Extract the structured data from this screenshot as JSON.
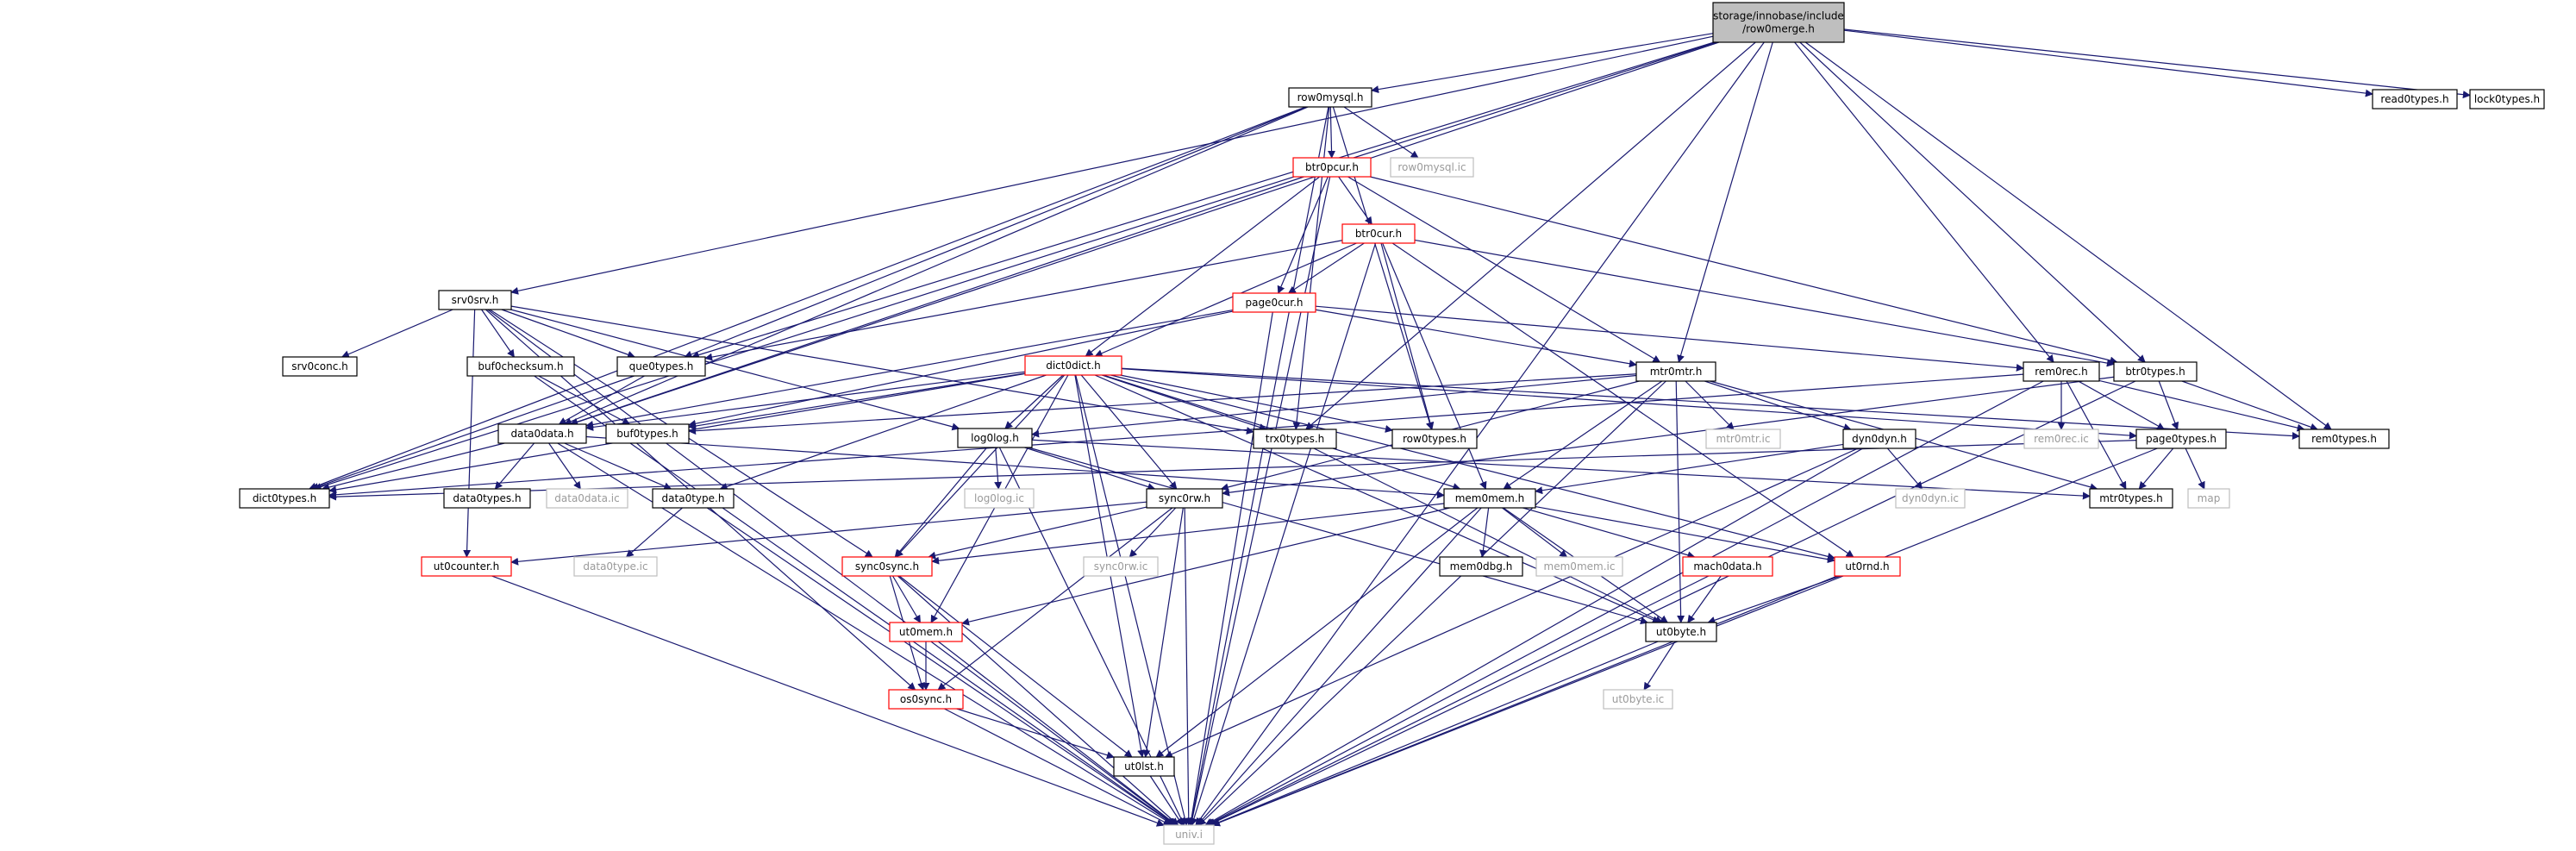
{
  "graph": {
    "colors": {
      "edge": "#191970",
      "root_fill": "#bfbfbf",
      "border_black": "#000000",
      "border_red": "#ff0000",
      "border_grey": "#bfbfbf",
      "text_black": "#000000",
      "text_grey": "#9a9a9a"
    },
    "nodes": [
      {
        "id": "root",
        "label": "storage/innobase/include\n/row0merge.h",
        "style": "root"
      },
      {
        "id": "row0mysql_h",
        "label": "row0mysql.h",
        "style": "black"
      },
      {
        "id": "read0types_h",
        "label": "read0types.h",
        "style": "black"
      },
      {
        "id": "lock0types_h",
        "label": "lock0types.h",
        "style": "black"
      },
      {
        "id": "btr0pcur_h",
        "label": "btr0pcur.h",
        "style": "red"
      },
      {
        "id": "row0mysql_ic",
        "label": "row0mysql.ic",
        "style": "grey"
      },
      {
        "id": "btr0cur_h",
        "label": "btr0cur.h",
        "style": "red"
      },
      {
        "id": "srv0srv_h",
        "label": "srv0srv.h",
        "style": "black"
      },
      {
        "id": "page0cur_h",
        "label": "page0cur.h",
        "style": "red"
      },
      {
        "id": "srv0conc_h",
        "label": "srv0conc.h",
        "style": "black"
      },
      {
        "id": "buf0checksum_h",
        "label": "buf0checksum.h",
        "style": "black"
      },
      {
        "id": "que0types_h",
        "label": "que0types.h",
        "style": "black"
      },
      {
        "id": "dict0dict_h",
        "label": "dict0dict.h",
        "style": "red"
      },
      {
        "id": "mtr0mtr_h",
        "label": "mtr0mtr.h",
        "style": "black"
      },
      {
        "id": "rem0rec_h",
        "label": "rem0rec.h",
        "style": "black"
      },
      {
        "id": "btr0types_h",
        "label": "btr0types.h",
        "style": "black"
      },
      {
        "id": "data0data_h",
        "label": "data0data.h",
        "style": "black"
      },
      {
        "id": "buf0types_h",
        "label": "buf0types.h",
        "style": "black"
      },
      {
        "id": "log0log_h",
        "label": "log0log.h",
        "style": "black"
      },
      {
        "id": "trx0types_h",
        "label": "trx0types.h",
        "style": "black"
      },
      {
        "id": "row0types_h",
        "label": "row0types.h",
        "style": "black"
      },
      {
        "id": "mtr0mtr_ic",
        "label": "mtr0mtr.ic",
        "style": "grey"
      },
      {
        "id": "dyn0dyn_h",
        "label": "dyn0dyn.h",
        "style": "black"
      },
      {
        "id": "rem0rec_ic",
        "label": "rem0rec.ic",
        "style": "grey"
      },
      {
        "id": "page0types_h",
        "label": "page0types.h",
        "style": "black"
      },
      {
        "id": "rem0types_h",
        "label": "rem0types.h",
        "style": "black"
      },
      {
        "id": "dict0types_h",
        "label": "dict0types.h",
        "style": "black"
      },
      {
        "id": "data0types_h",
        "label": "data0types.h",
        "style": "black"
      },
      {
        "id": "data0data_ic",
        "label": "data0data.ic",
        "style": "grey"
      },
      {
        "id": "data0type_h",
        "label": "data0type.h",
        "style": "black"
      },
      {
        "id": "log0log_ic",
        "label": "log0log.ic",
        "style": "grey"
      },
      {
        "id": "sync0rw_h",
        "label": "sync0rw.h",
        "style": "black"
      },
      {
        "id": "mem0mem_h",
        "label": "mem0mem.h",
        "style": "black"
      },
      {
        "id": "dyn0dyn_ic",
        "label": "dyn0dyn.ic",
        "style": "grey"
      },
      {
        "id": "map",
        "label": "map",
        "style": "grey"
      },
      {
        "id": "mtr0types_h",
        "label": "mtr0types.h",
        "style": "black"
      },
      {
        "id": "ut0counter_h",
        "label": "ut0counter.h",
        "style": "red"
      },
      {
        "id": "data0type_ic",
        "label": "data0type.ic",
        "style": "grey"
      },
      {
        "id": "sync0sync_h",
        "label": "sync0sync.h",
        "style": "red"
      },
      {
        "id": "sync0rw_ic",
        "label": "sync0rw.ic",
        "style": "grey"
      },
      {
        "id": "mem0dbg_h",
        "label": "mem0dbg.h",
        "style": "black"
      },
      {
        "id": "mem0mem_ic",
        "label": "mem0mem.ic",
        "style": "grey"
      },
      {
        "id": "mach0data_h",
        "label": "mach0data.h",
        "style": "red"
      },
      {
        "id": "ut0rnd_h",
        "label": "ut0rnd.h",
        "style": "red"
      },
      {
        "id": "ut0mem_h",
        "label": "ut0mem.h",
        "style": "red"
      },
      {
        "id": "ut0byte_h",
        "label": "ut0byte.h",
        "style": "black"
      },
      {
        "id": "os0sync_h",
        "label": "os0sync.h",
        "style": "red"
      },
      {
        "id": "ut0byte_ic",
        "label": "ut0byte.ic",
        "style": "grey"
      },
      {
        "id": "ut0lst_h",
        "label": "ut0lst.h",
        "style": "black"
      },
      {
        "id": "univ_i",
        "label": "univ.i",
        "style": "grey"
      }
    ],
    "edges": [
      [
        "root",
        "row0mysql_h"
      ],
      [
        "root",
        "read0types_h"
      ],
      [
        "root",
        "lock0types_h"
      ],
      [
        "root",
        "srv0srv_h"
      ],
      [
        "root",
        "que0types_h"
      ],
      [
        "root",
        "data0data_h"
      ],
      [
        "root",
        "dict0types_h"
      ],
      [
        "root",
        "mtr0mtr_h"
      ],
      [
        "root",
        "rem0rec_h"
      ],
      [
        "root",
        "btr0types_h"
      ],
      [
        "root",
        "rem0types_h"
      ],
      [
        "root",
        "trx0types_h"
      ],
      [
        "root",
        "univ_i"
      ],
      [
        "row0mysql_h",
        "btr0pcur_h"
      ],
      [
        "row0mysql_h",
        "row0mysql_ic"
      ],
      [
        "row0mysql_h",
        "que0types_h"
      ],
      [
        "row0mysql_h",
        "data0data_h"
      ],
      [
        "row0mysql_h",
        "dict0types_h"
      ],
      [
        "row0mysql_h",
        "trx0types_h"
      ],
      [
        "row0mysql_h",
        "row0types_h"
      ],
      [
        "row0mysql_h",
        "univ_i"
      ],
      [
        "btr0pcur_h",
        "btr0cur_h"
      ],
      [
        "btr0pcur_h",
        "page0cur_h"
      ],
      [
        "btr0pcur_h",
        "dict0dict_h"
      ],
      [
        "btr0pcur_h",
        "mtr0mtr_h"
      ],
      [
        "btr0pcur_h",
        "data0data_h"
      ],
      [
        "btr0pcur_h",
        "btr0types_h"
      ],
      [
        "btr0pcur_h",
        "univ_i"
      ],
      [
        "btr0cur_h",
        "page0cur_h"
      ],
      [
        "btr0cur_h",
        "dict0dict_h"
      ],
      [
        "btr0cur_h",
        "que0types_h"
      ],
      [
        "btr0cur_h",
        "row0types_h"
      ],
      [
        "btr0cur_h",
        "btr0types_h"
      ],
      [
        "btr0cur_h",
        "mem0mem_h"
      ],
      [
        "btr0cur_h",
        "ut0rnd_h"
      ],
      [
        "btr0cur_h",
        "univ_i"
      ],
      [
        "page0cur_h",
        "mtr0mtr_h"
      ],
      [
        "page0cur_h",
        "rem0rec_h"
      ],
      [
        "page0cur_h",
        "buf0types_h"
      ],
      [
        "page0cur_h",
        "data0data_h"
      ],
      [
        "page0cur_h",
        "univ_i"
      ],
      [
        "srv0srv_h",
        "srv0conc_h"
      ],
      [
        "srv0srv_h",
        "buf0checksum_h"
      ],
      [
        "srv0srv_h",
        "que0types_h"
      ],
      [
        "srv0srv_h",
        "log0log_h"
      ],
      [
        "srv0srv_h",
        "trx0types_h"
      ],
      [
        "srv0srv_h",
        "os0sync_h"
      ],
      [
        "srv0srv_h",
        "ut0counter_h"
      ],
      [
        "srv0srv_h",
        "sync0sync_h"
      ],
      [
        "srv0srv_h",
        "univ_i"
      ],
      [
        "buf0checksum_h",
        "buf0types_h"
      ],
      [
        "buf0checksum_h",
        "univ_i"
      ],
      [
        "que0types_h",
        "data0data_h"
      ],
      [
        "que0types_h",
        "dict0types_h"
      ],
      [
        "dict0dict_h",
        "data0data_h"
      ],
      [
        "dict0dict_h",
        "dict0types_h"
      ],
      [
        "dict0dict_h",
        "data0type_h"
      ],
      [
        "dict0dict_h",
        "buf0types_h"
      ],
      [
        "dict0dict_h",
        "log0log_h"
      ],
      [
        "dict0dict_h",
        "trx0types_h"
      ],
      [
        "dict0dict_h",
        "row0types_h"
      ],
      [
        "dict0dict_h",
        "rem0types_h"
      ],
      [
        "dict0dict_h",
        "page0types_h"
      ],
      [
        "dict0dict_h",
        "sync0rw_h"
      ],
      [
        "dict0dict_h",
        "mem0mem_h"
      ],
      [
        "dict0dict_h",
        "sync0sync_h"
      ],
      [
        "dict0dict_h",
        "ut0rnd_h"
      ],
      [
        "dict0dict_h",
        "ut0byte_h"
      ],
      [
        "dict0dict_h",
        "ut0mem_h"
      ],
      [
        "dict0dict_h",
        "ut0lst_h"
      ],
      [
        "dict0dict_h",
        "univ_i"
      ],
      [
        "mtr0mtr_h",
        "mtr0mtr_ic"
      ],
      [
        "mtr0mtr_h",
        "dyn0dyn_h"
      ],
      [
        "mtr0mtr_h",
        "buf0types_h"
      ],
      [
        "mtr0mtr_h",
        "log0log_h"
      ],
      [
        "mtr0mtr_h",
        "mtr0types_h"
      ],
      [
        "mtr0mtr_h",
        "sync0rw_h"
      ],
      [
        "mtr0mtr_h",
        "mem0mem_h"
      ],
      [
        "mtr0mtr_h",
        "ut0byte_h"
      ],
      [
        "mtr0mtr_h",
        "univ_i"
      ],
      [
        "rem0rec_h",
        "rem0rec_ic"
      ],
      [
        "rem0rec_h",
        "page0types_h"
      ],
      [
        "rem0rec_h",
        "rem0types_h"
      ],
      [
        "rem0rec_h",
        "mtr0types_h"
      ],
      [
        "rem0rec_h",
        "dict0types_h"
      ],
      [
        "rem0rec_h",
        "univ_i"
      ],
      [
        "btr0types_h",
        "page0types_h"
      ],
      [
        "btr0types_h",
        "rem0types_h"
      ],
      [
        "btr0types_h",
        "sync0rw_h"
      ],
      [
        "btr0types_h",
        "univ_i"
      ],
      [
        "data0data_h",
        "dict0types_h"
      ],
      [
        "data0data_h",
        "data0types_h"
      ],
      [
        "data0data_h",
        "data0data_ic"
      ],
      [
        "data0data_h",
        "data0type_h"
      ],
      [
        "data0data_h",
        "mem0mem_h"
      ],
      [
        "data0data_h",
        "univ_i"
      ],
      [
        "log0log_h",
        "log0log_ic"
      ],
      [
        "log0log_h",
        "sync0rw_h"
      ],
      [
        "log0log_h",
        "sync0sync_h"
      ],
      [
        "log0log_h",
        "ut0byte_h"
      ],
      [
        "log0log_h",
        "mtr0types_h"
      ],
      [
        "log0log_h",
        "univ_i"
      ],
      [
        "trx0types_h",
        "ut0byte_h"
      ],
      [
        "dyn0dyn_h",
        "dyn0dyn_ic"
      ],
      [
        "dyn0dyn_h",
        "mem0mem_h"
      ],
      [
        "dyn0dyn_h",
        "ut0lst_h"
      ],
      [
        "dyn0dyn_h",
        "univ_i"
      ],
      [
        "page0types_h",
        "map"
      ],
      [
        "page0types_h",
        "mtr0types_h"
      ],
      [
        "page0types_h",
        "dict0types_h"
      ],
      [
        "page0types_h",
        "univ_i"
      ],
      [
        "data0type_h",
        "data0type_ic"
      ],
      [
        "data0type_h",
        "univ_i"
      ],
      [
        "sync0rw_h",
        "sync0rw_ic"
      ],
      [
        "sync0rw_h",
        "sync0sync_h"
      ],
      [
        "sync0rw_h",
        "os0sync_h"
      ],
      [
        "sync0rw_h",
        "ut0counter_h"
      ],
      [
        "sync0rw_h",
        "ut0lst_h"
      ],
      [
        "sync0rw_h",
        "univ_i"
      ],
      [
        "mem0mem_h",
        "mem0dbg_h"
      ],
      [
        "mem0mem_h",
        "mem0mem_ic"
      ],
      [
        "mem0mem_h",
        "mach0data_h"
      ],
      [
        "mem0mem_h",
        "ut0rnd_h"
      ],
      [
        "mem0mem_h",
        "ut0byte_h"
      ],
      [
        "mem0mem_h",
        "sync0sync_h"
      ],
      [
        "mem0mem_h",
        "ut0mem_h"
      ],
      [
        "mem0mem_h",
        "ut0lst_h"
      ],
      [
        "mem0mem_h",
        "univ_i"
      ],
      [
        "ut0counter_h",
        "univ_i"
      ],
      [
        "sync0sync_h",
        "ut0mem_h"
      ],
      [
        "sync0sync_h",
        "os0sync_h"
      ],
      [
        "sync0sync_h",
        "ut0lst_h"
      ],
      [
        "sync0sync_h",
        "univ_i"
      ],
      [
        "mach0data_h",
        "ut0byte_h"
      ],
      [
        "mach0data_h",
        "univ_i"
      ],
      [
        "ut0rnd_h",
        "ut0byte_h"
      ],
      [
        "ut0rnd_h",
        "univ_i"
      ],
      [
        "ut0mem_h",
        "os0sync_h"
      ],
      [
        "ut0mem_h",
        "univ_i"
      ],
      [
        "ut0byte_h",
        "ut0byte_ic"
      ],
      [
        "ut0byte_h",
        "univ_i"
      ],
      [
        "os0sync_h",
        "ut0lst_h"
      ],
      [
        "os0sync_h",
        "univ_i"
      ],
      [
        "ut0lst_h",
        "univ_i"
      ]
    ]
  }
}
